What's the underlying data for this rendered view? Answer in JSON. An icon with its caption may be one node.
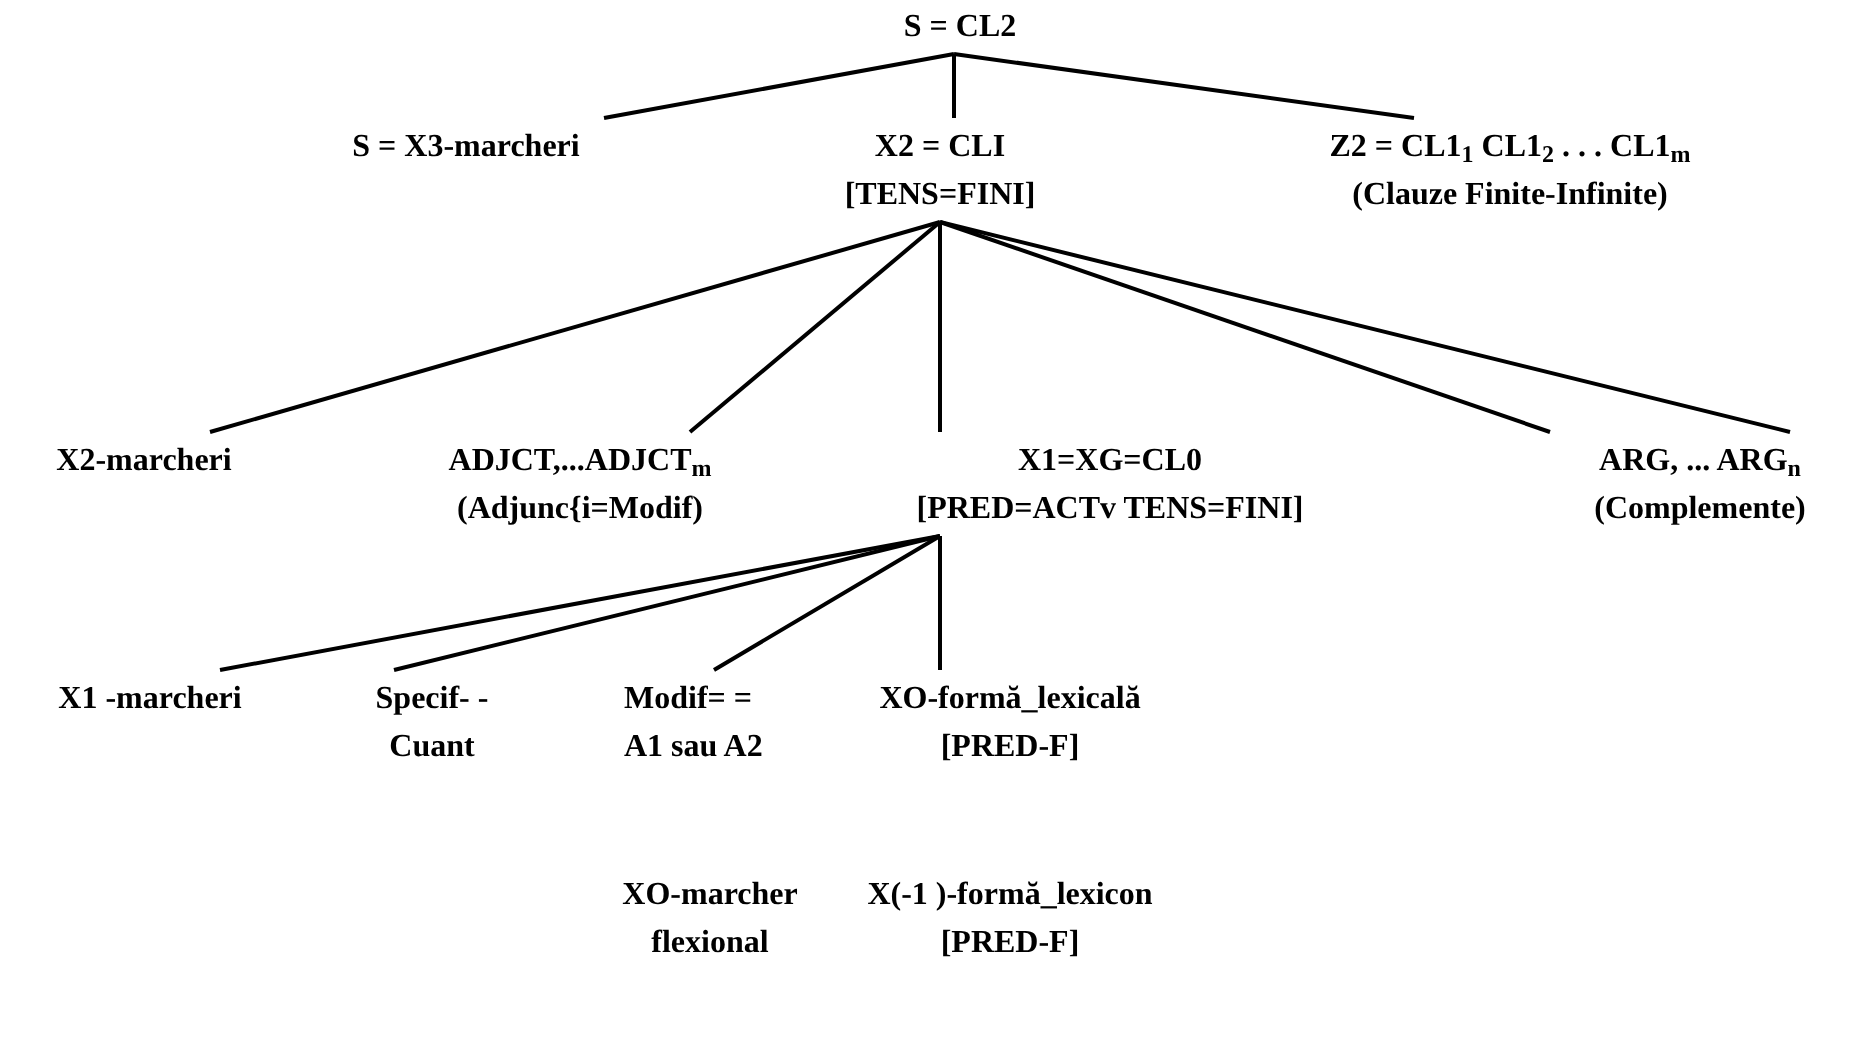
{
  "diagram": {
    "nodes": [
      {
        "text": [
          "S = CL2"
        ]
      },
      {
        "text": [
          "S = X3-marcheri"
        ]
      },
      {
        "text": [
          "X2 = CLI",
          "[TENS=FINI]"
        ]
      },
      {
        "text": [
          "Z2 = CL1$_{1}$ CL1$_{2}$ . . . CL1$_{m}$",
          "(Clauze Finite-Infinite)"
        ]
      },
      {
        "text": [
          "X2-marcheri"
        ]
      },
      {
        "text": [
          "ADJCT,...ADJCT$_{m}$",
          "(Adjunc{i=Modif)"
        ]
      },
      {
        "text": [
          "X1=XG=CL0",
          "[PRED=ACTv TENS=FINI]"
        ]
      },
      {
        "text": [
          "ARG, ... ARG$_{n}$",
          "(Complemente)"
        ]
      },
      {
        "text": [
          "X1 -marcheri"
        ]
      },
      {
        "text": [
          "Specif- -Cuant"
        ]
      },
      {
        "text": [
          "Modif= = A1 sau A2"
        ]
      },
      {
        "text": [
          "XO-formă_lexicală",
          "[PRED-F]"
        ]
      },
      {
        "text": [
          "XO-marcher flexional"
        ]
      },
      {
        "text": [
          "X(-1 )-formă_lexicon",
          "[PRED-F]"
        ]
      }
    ],
    "edges": [
      {
        "from": 0,
        "to": 1,
        "arrow": "none"
      },
      {
        "from": 0,
        "to": 2,
        "arrow": "none"
      },
      {
        "from": 0,
        "to": 3,
        "arrow": "none"
      },
      {
        "from": 2,
        "to": 4,
        "arrow": "none"
      },
      {
        "from": 2,
        "to": 5,
        "arrow": "none"
      },
      {
        "from": 2,
        "to": 6,
        "arrow": "none"
      },
      {
        "from": 2,
        "to": 7,
        "arrow": "none"
      },
      {
        "from": 2,
        "to": 7,
        "arrow": "none"
      },
      {
        "from": 6,
        "to": 8,
        "arrow": "none"
      },
      {
        "from": 6,
        "to": 9,
        "arrow": "none"
      },
      {
        "from": 6,
        "to": 10,
        "arrow": "none"
      },
      {
        "from": 6,
        "to": 11,
        "arrow": "none"
      }
    ]
  }
}
